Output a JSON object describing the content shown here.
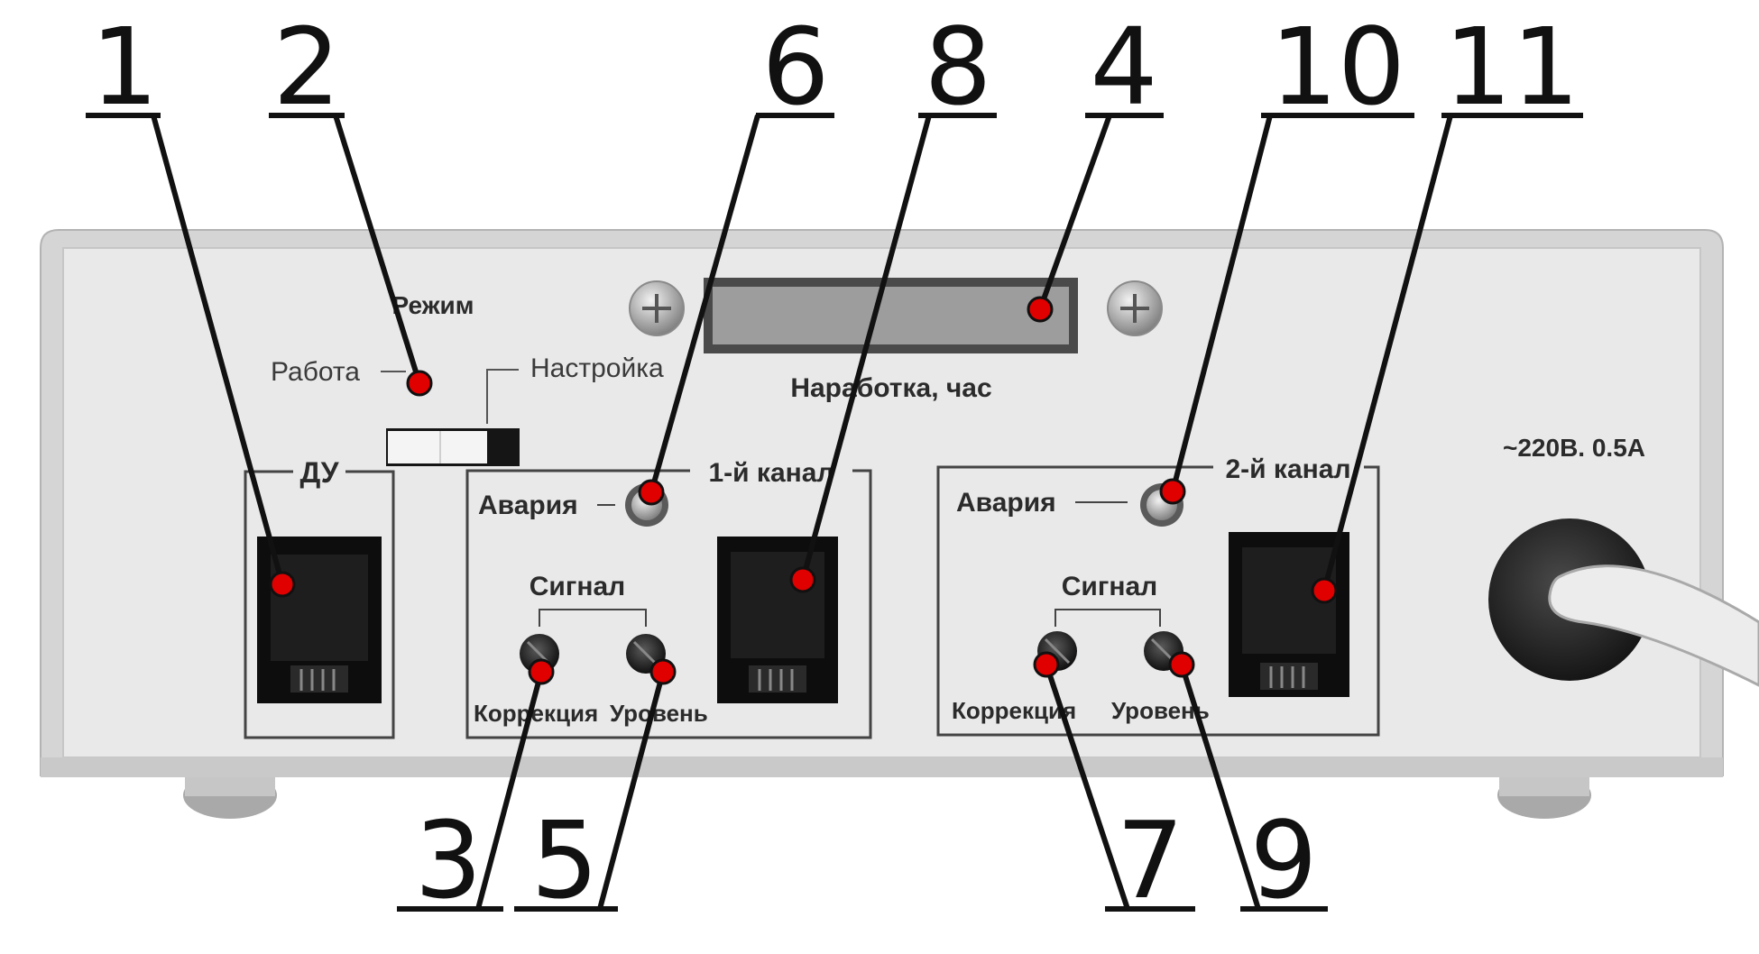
{
  "panel": {
    "mode_title": "Режим",
    "mode_work": "Работа",
    "mode_setup": "Настройка",
    "hours_label": "Наработка, час",
    "remote_label": "ДУ",
    "power_label": "~220В. 0.5А",
    "channel1": {
      "title": "1-й канал",
      "alarm": "Авария",
      "signal": "Сигнал",
      "correction": "Коррекция",
      "level": "Уровень"
    },
    "channel2": {
      "title": "2-й канал",
      "alarm": "Авария",
      "signal": "Сигнал",
      "correction": "Коррекция",
      "level": "Уровень"
    }
  },
  "callouts": [
    "1",
    "2",
    "6",
    "8",
    "4",
    "10",
    "11",
    "3",
    "5",
    "7",
    "9"
  ],
  "colors": {
    "panel_face": "#e9e9e9",
    "marker": "#e00000",
    "line": "#111111"
  }
}
